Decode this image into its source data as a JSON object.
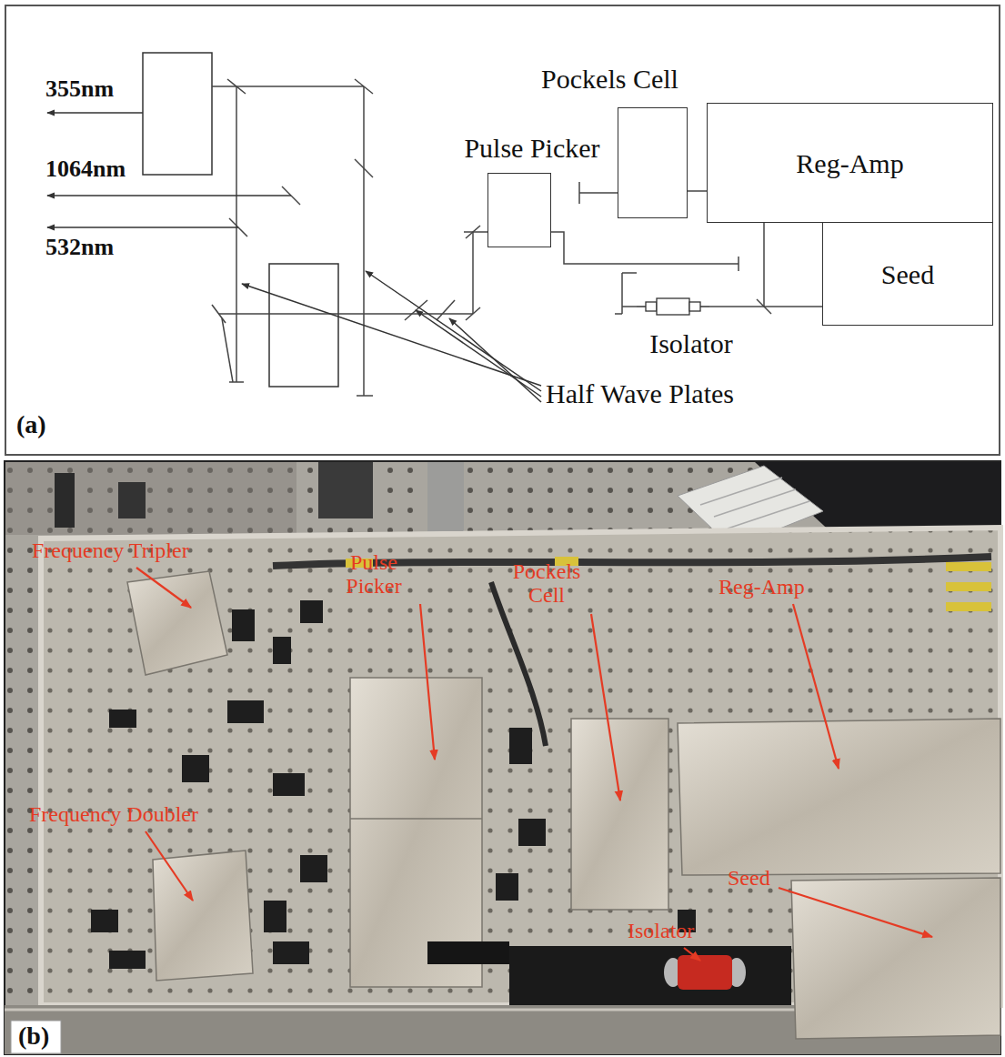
{
  "diagram": {
    "nodes": [
      {
        "text": [
          "Pockels Cell"
        ]
      },
      {
        "text": [
          "Pulse Picker"
        ]
      },
      {
        "text": [
          "Reg-Amp"
        ]
      },
      {
        "text": [
          "Seed"
        ]
      },
      {
        "text": [
          "Isolator"
        ]
      }
    ],
    "edges": [
      {
        "from": 0,
        "to": 2,
        "arrow": "none"
      },
      {
        "from": 3,
        "to": 4,
        "arrow": "none"
      }
    ],
    "labels": [
      "355nm",
      "1064nm",
      "532nm",
      "Half Wave Plates",
      "(a)",
      "Frequency Tripler",
      "Pulse Picker",
      "Pockels Cell",
      "Reg-Amp",
      "Frequency Doubler",
      "Seed",
      "Isolator",
      "(b)"
    ]
  }
}
